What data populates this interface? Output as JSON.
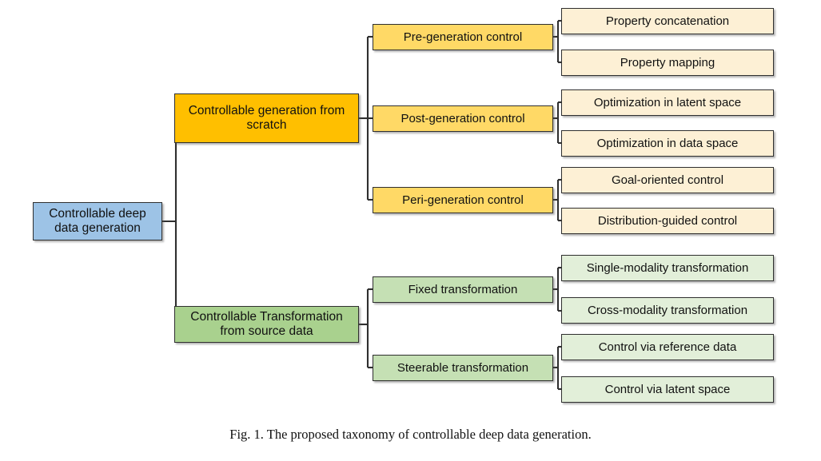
{
  "figure": {
    "caption": "Fig. 1.  The proposed taxonomy of controllable deep data generation.",
    "colors": {
      "root": "#9dc3e6",
      "category_generation": "#ffbf00",
      "category_transformation": "#a9d18e",
      "subcategory_generation": "#ffd966",
      "subcategory_transformation": "#c5e0b4",
      "leaf_generation": "#fdf0d5",
      "leaf_transformation": "#e2efd9",
      "connector": "#2f2f2f",
      "background": "#ffffff"
    }
  },
  "taxonomy": {
    "root": {
      "label": "Controllable deep data generation"
    },
    "categories": [
      {
        "label": "Controllable generation from scratch",
        "subcategories": [
          {
            "label": "Pre-generation control",
            "leaves": [
              {
                "label": "Property concatenation"
              },
              {
                "label": "Property mapping"
              }
            ]
          },
          {
            "label": "Post-generation control",
            "leaves": [
              {
                "label": "Optimization in latent space"
              },
              {
                "label": "Optimization in data space"
              }
            ]
          },
          {
            "label": "Peri-generation control",
            "leaves": [
              {
                "label": "Goal-oriented control"
              },
              {
                "label": "Distribution-guided control"
              }
            ]
          }
        ]
      },
      {
        "label": "Controllable Transformation from source data",
        "subcategories": [
          {
            "label": "Fixed transformation",
            "leaves": [
              {
                "label": "Single-modality transformation"
              },
              {
                "label": "Cross-modality transformation"
              }
            ]
          },
          {
            "label": "Steerable transformation",
            "leaves": [
              {
                "label": "Control via reference data"
              },
              {
                "label": "Control via latent space"
              }
            ]
          }
        ]
      }
    ]
  }
}
